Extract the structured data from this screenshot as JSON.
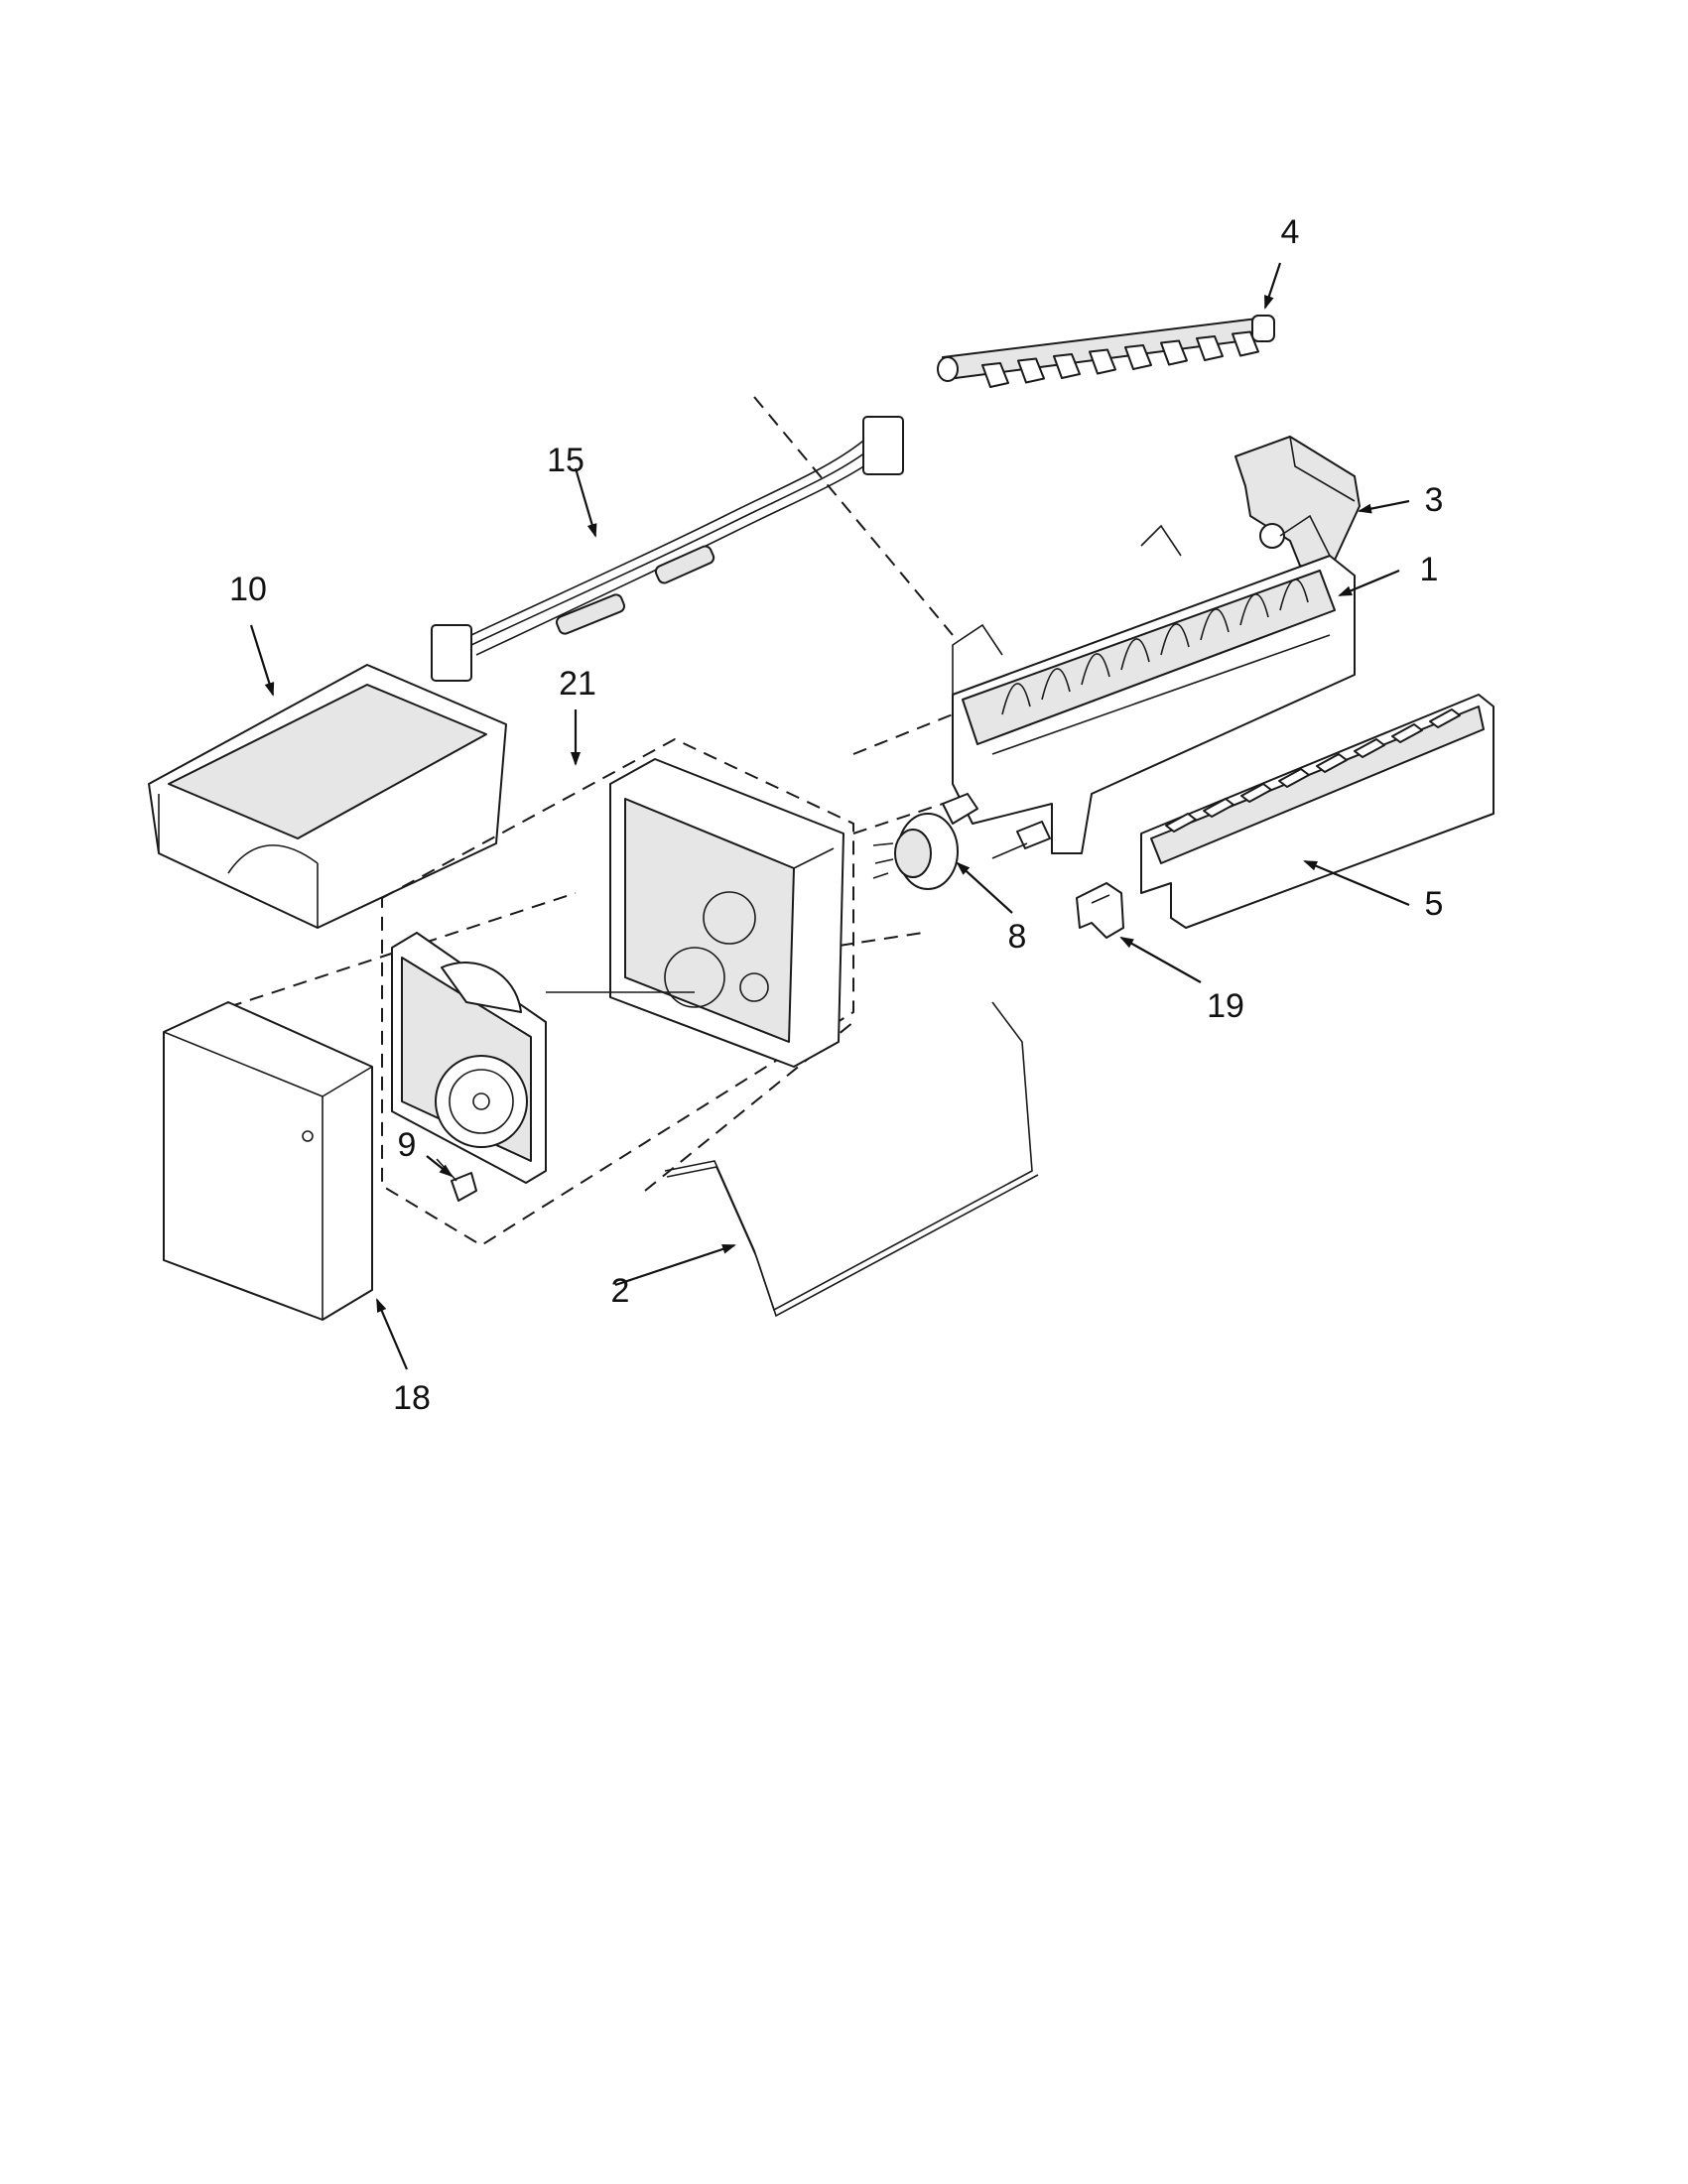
{
  "diagram": {
    "colors": {
      "line": "#1a1a1a",
      "background": "#ffffff",
      "shade": "#e6e6e6"
    },
    "callouts": [
      {
        "id": "c1",
        "label": "1"
      },
      {
        "id": "c2",
        "label": "2"
      },
      {
        "id": "c3",
        "label": "3"
      },
      {
        "id": "c4",
        "label": "4"
      },
      {
        "id": "c5",
        "label": "5"
      },
      {
        "id": "c8",
        "label": "8"
      },
      {
        "id": "c9",
        "label": "9"
      },
      {
        "id": "c10",
        "label": "10"
      },
      {
        "id": "c15",
        "label": "15"
      },
      {
        "id": "c18",
        "label": "18"
      },
      {
        "id": "c19",
        "label": "19"
      },
      {
        "id": "c21",
        "label": "21"
      }
    ]
  }
}
